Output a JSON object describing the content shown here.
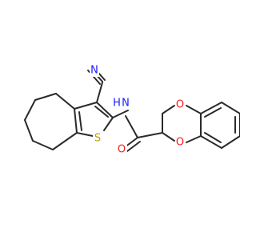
{
  "molecule": {
    "atoms": [
      {
        "id": "n_nitrile",
        "text": "N",
        "color": "#1a1aff"
      },
      {
        "id": "nh",
        "text": "N",
        "color": "#1a1aff"
      },
      {
        "id": "h",
        "text": "H",
        "color": "#1a1aff"
      },
      {
        "id": "s",
        "text": "S",
        "color": "#b8a000"
      },
      {
        "id": "o_carbonyl",
        "text": "O",
        "color": "#ff1a1a"
      },
      {
        "id": "o_upper",
        "text": "O",
        "color": "#ff1a1a"
      },
      {
        "id": "o_lower",
        "text": "O",
        "color": "#ff1a1a"
      }
    ],
    "colors": {
      "bond": "#2a2a2a",
      "nitrogen": "#1a1aff",
      "oxygen": "#ff1a1a",
      "sulfur": "#b8a000"
    }
  }
}
